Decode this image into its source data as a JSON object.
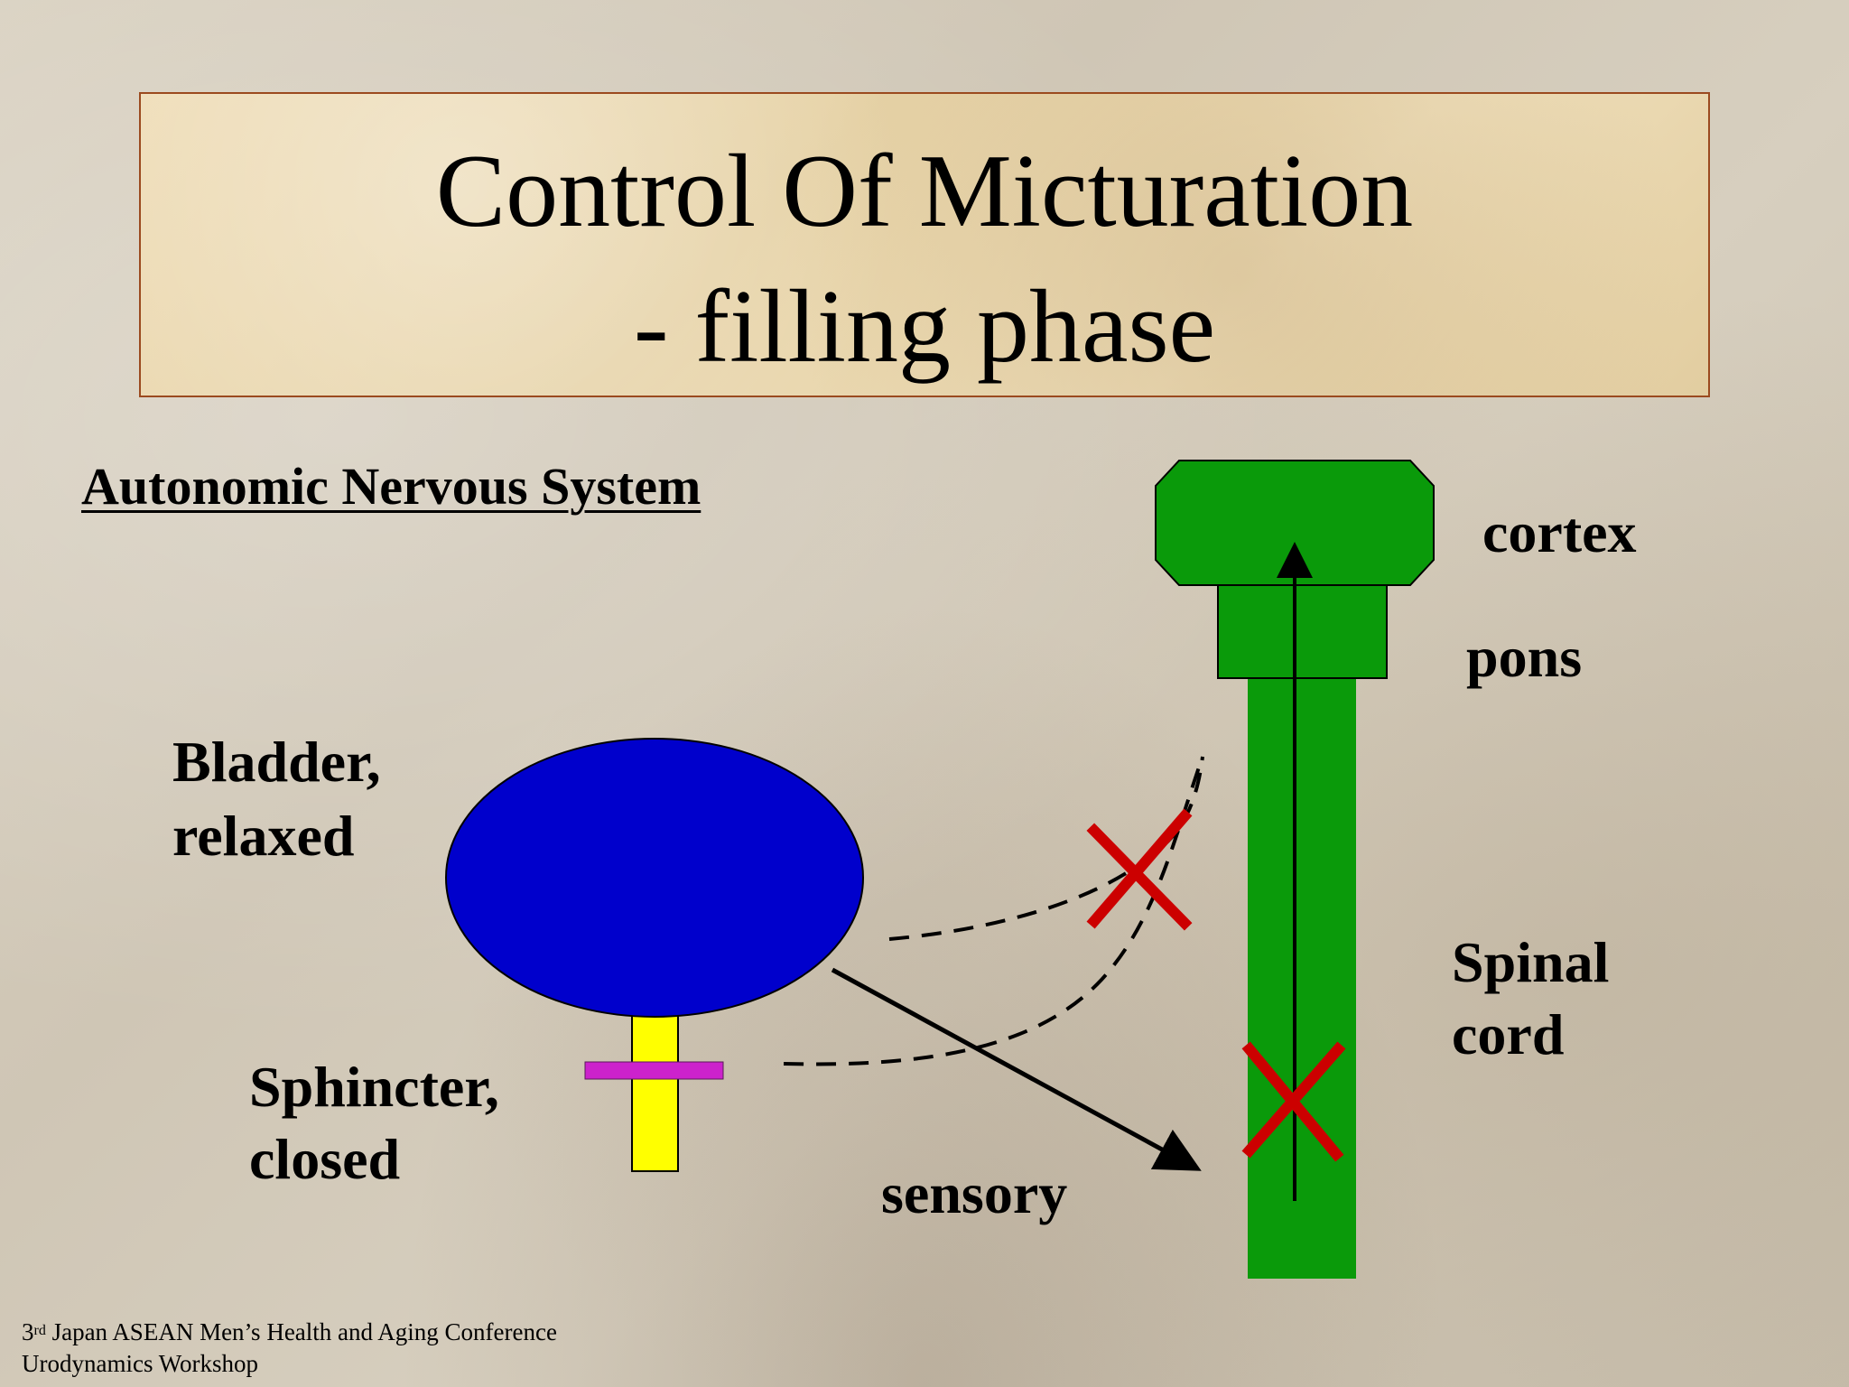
{
  "title": {
    "line1": "Control Of Micturation",
    "line2": "- filling phase"
  },
  "section_heading": "Autonomic Nervous System",
  "labels": {
    "cortex": "cortex",
    "pons": "pons",
    "spinal_cord_line1": "Spinal",
    "spinal_cord_line2": "cord",
    "bladder_line1": "Bladder,",
    "bladder_line2": "relaxed",
    "sphincter_line1": "Sphincter,",
    "sphincter_line2": "closed",
    "sensory": "sensory"
  },
  "footer": {
    "line1_prefix": "3",
    "line1_superscript": "rd",
    "line1_text": " Japan ASEAN Men’s Health and Aging Conference",
    "line2": "Urodynamics Workshop"
  },
  "colors": {
    "brain_and_cord": "#0a9a0a",
    "bladder": "#0000cc",
    "sphincter": "#ffff00",
    "sphincter_band": "#cc22cc",
    "block_mark": "#cc0000",
    "pathway_line": "#000000"
  }
}
